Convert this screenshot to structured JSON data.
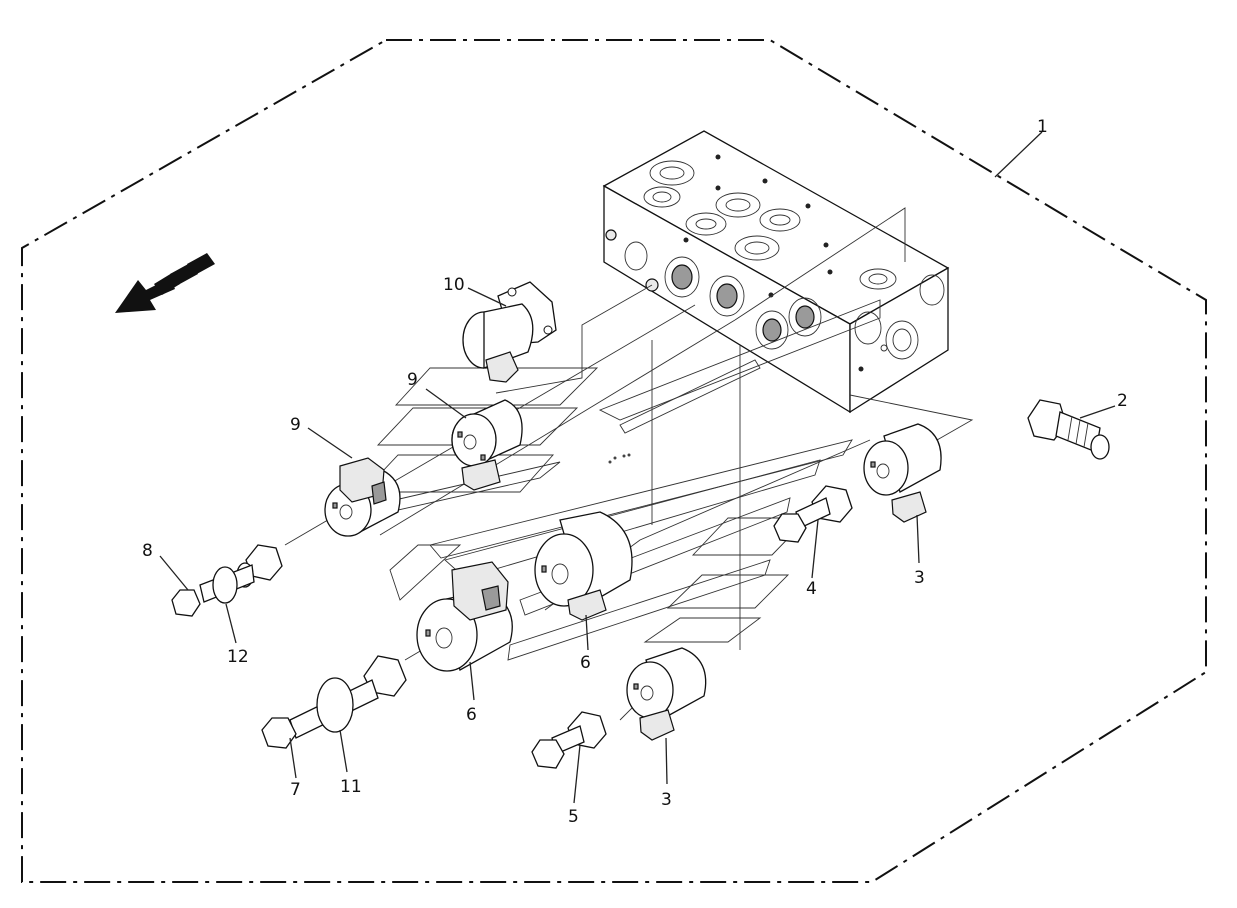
{
  "diagram": {
    "callouts": {
      "c1": "1",
      "c2": "2",
      "c3a": "3",
      "c3b": "3",
      "c4": "4",
      "c5": "5",
      "c6a": "6",
      "c6b": "6",
      "c7": "7",
      "c8": "8",
      "c9a": "9",
      "c9b": "9",
      "c10": "10",
      "c11": "11",
      "c12": "12"
    },
    "icons": {
      "direction": "direction-arrow-icon"
    }
  }
}
